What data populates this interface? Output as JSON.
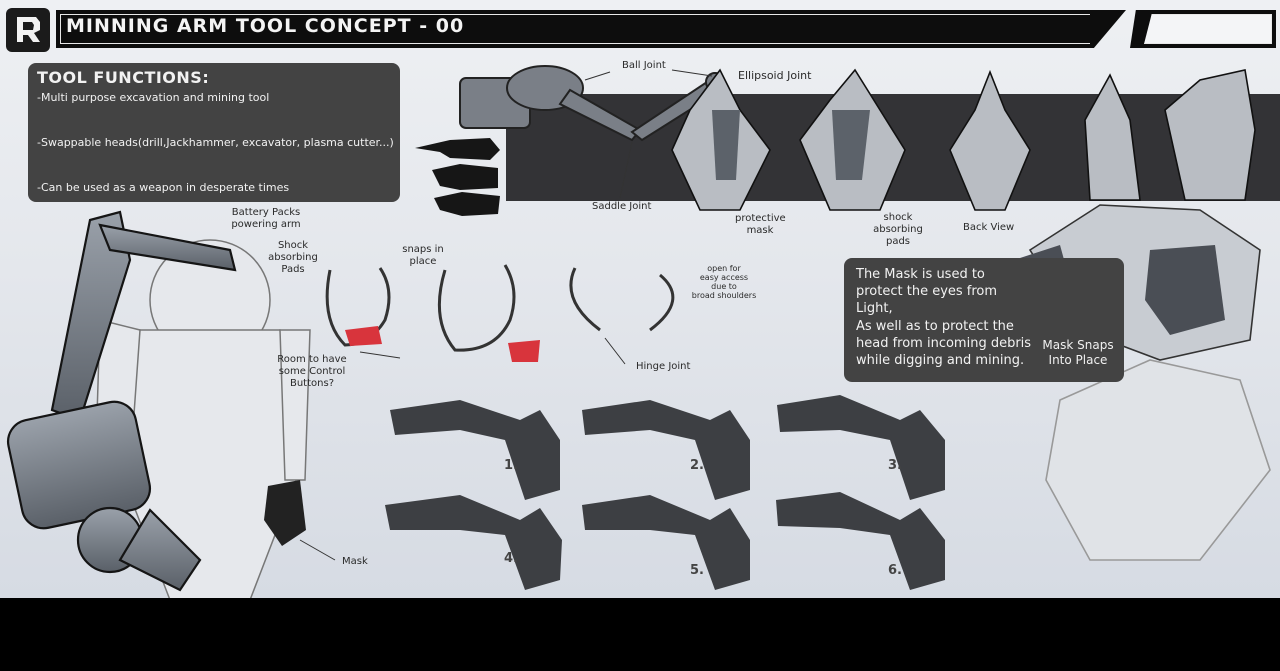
{
  "header": {
    "title": "MINNING ARM TOOL CONCEPT - 00"
  },
  "functions_panel": {
    "heading": "TOOL FUNCTIONS:",
    "items": [
      "-Multi purpose excavation and mining tool",
      "-Swappable heads(drill,Jackhammer, excavator, plasma cutter...)",
      "-Can be used as a weapon in desperate times"
    ]
  },
  "mask_panel": {
    "lines": [
      "The Mask is used to",
      "protect the eyes from",
      "Light,",
      "As well as to protect the",
      "head from incoming debris",
      "while digging and mining."
    ]
  },
  "annotations": {
    "ball_joint": "Ball Joint",
    "ellipsoid_joint": "Ellipsoid Joint",
    "saddle_joint": "Saddle Joint",
    "protective_mask": [
      "protective",
      "mask"
    ],
    "shock_absorbing_pads_top": [
      "shock",
      "absorbing",
      "pads"
    ],
    "back_view": "Back View",
    "battery_packs": [
      "Battery Packs",
      "powering arm"
    ],
    "shock_absorbing_pads_body": [
      "Shock",
      "absorbing",
      "Pads"
    ],
    "snaps_in_place": [
      "snaps in",
      "place"
    ],
    "open_for_access": [
      "open for",
      "easy access",
      "due to",
      "broad shoulders"
    ],
    "hinge_joint": "Hinge Joint",
    "control_buttons": [
      "Room to have",
      "some Control",
      "Buttons?"
    ],
    "mask": "Mask",
    "mask_snaps": [
      "Mask Snaps",
      "Into Place"
    ]
  },
  "variants": [
    "1.",
    "2.",
    "3.",
    "4.",
    "5.",
    "6."
  ],
  "colors": {
    "panel": "#434343",
    "band": "#333336",
    "accent_red": "#d8343c",
    "ink": "#2a2a2a"
  }
}
